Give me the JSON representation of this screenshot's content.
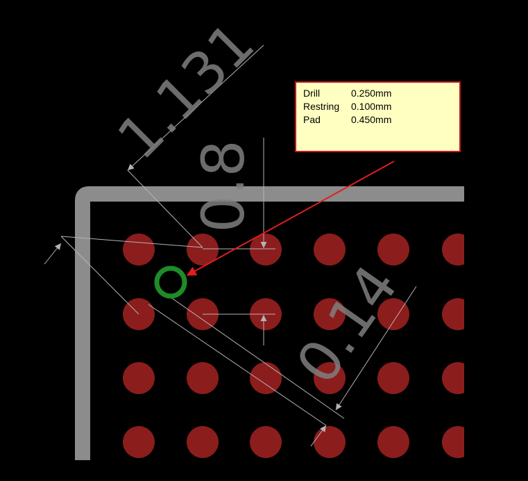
{
  "colors": {
    "background": "#000000",
    "pad": "#8c1d1d",
    "outline": "#8c8c8c",
    "dimension": "#b4b4b4",
    "via": "#1e8c28",
    "arrow": "#e01e1e",
    "callout_bg": "#ffffc2",
    "callout_border": "#c6181c"
  },
  "dimensions": {
    "diagonal_clearance": "1.131",
    "pad_pitch": "0.8",
    "via_gap": "0.14"
  },
  "callout": {
    "rows": [
      {
        "label": "Drill",
        "value": "0.250mm"
      },
      {
        "label": "Restring",
        "value": "0.100mm"
      },
      {
        "label": "Pad",
        "value": "0.450mm"
      }
    ]
  },
  "icons": {
    "via": "via-ring-icon",
    "pointer": "red-arrow-icon"
  }
}
